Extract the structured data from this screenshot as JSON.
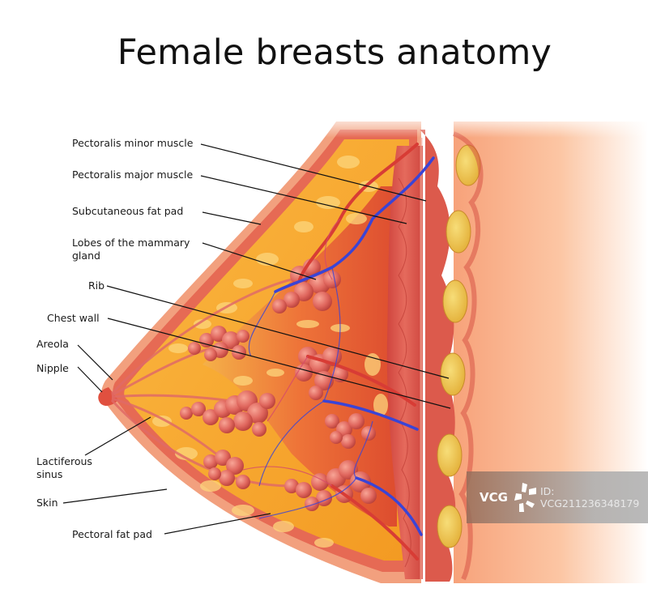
{
  "title": "Female breasts anatomy",
  "labels": {
    "pectoralis_minor": "Pectoralis minor muscle",
    "pectoralis_major": "Pectoralis major muscle",
    "subcutaneous_fat": "Subcutaneous fat pad",
    "lobes_line1": "Lobes of the mammary",
    "lobes_line2": "gland",
    "rib": "Rib",
    "chest_wall": "Chest wall",
    "areola": "Areola",
    "nipple": "Nipple",
    "lactiferous_line1": "Lactiferous",
    "lactiferous_line2": "sinus",
    "skin": "Skin",
    "pectoral_fat": "Pectoral fat pad"
  },
  "watermark": {
    "logo": "VCG",
    "id": "ID: VCG211236348179"
  },
  "colors": {
    "skin": "#e8735a",
    "fat": "#f7a531",
    "fat_light": "#fcd36a",
    "muscle": "#d9534a",
    "gland": "#e0675e",
    "artery": "#d83c35",
    "vein": "#3a44d6",
    "rib": "#e9c24a",
    "background_glow": "#fbbf9a"
  }
}
